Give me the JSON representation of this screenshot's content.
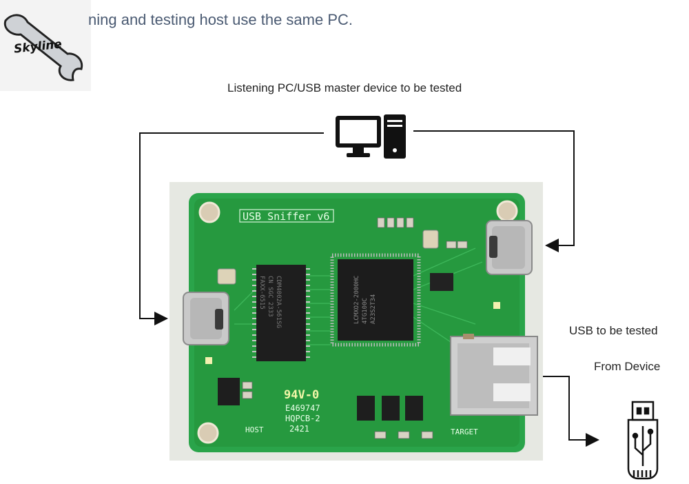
{
  "header": {
    "title": "ning and testing host use the same PC."
  },
  "logo": {
    "brand": "Skyline"
  },
  "labels": {
    "listening": "Listening PC/USB master device to be tested",
    "usb_to_be_tested": "USB to be tested",
    "from_device": "From Device"
  },
  "board": {
    "name": "USB Sniffer v6",
    "chip_main": "LCMXO2-2000HC",
    "chip_main_line2": "4TG100C",
    "chip_main_line3": "A23S2T34",
    "chip_mem": "CDM4002A-561SG",
    "chip_mem_line2": "CN  SGC  2333",
    "chip_mem_line3": "FAXX-6515",
    "rating": "94V-0",
    "cert_code": "E469747",
    "pcb_code": "HQPCB-2",
    "date_code": "2421",
    "host_label": "HOST",
    "target_label": "TARGET"
  },
  "icons": {
    "pc": "desktop-computer-icon",
    "usb_stick": "usb-flash-drive-icon"
  },
  "colors": {
    "pcb_green": "#2aa44a",
    "pcb_dark": "#1f8a3c",
    "arrow": "#111111"
  }
}
